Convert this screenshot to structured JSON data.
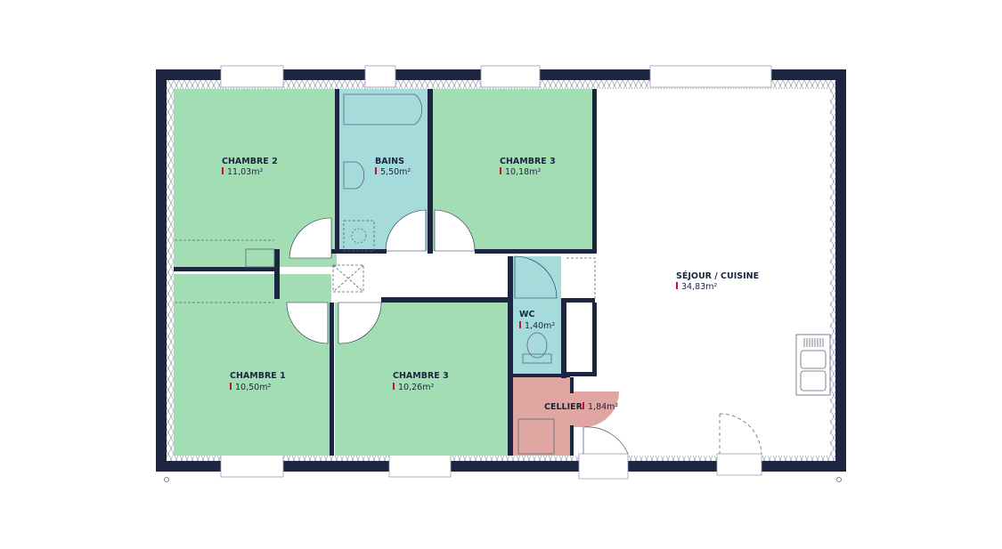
{
  "colors": {
    "wall": "#1c2640",
    "bedroom": "#a3ddb4",
    "wet": "#a6dbdc",
    "cellier": "#e0a6a2",
    "accent": "#c8102e"
  },
  "rooms": [
    {
      "name": "CHAMBRE 2",
      "area": "11,03m²"
    },
    {
      "name": "BAINS",
      "area": "5,50m²"
    },
    {
      "name": "CHAMBRE 3",
      "area": "10,18m²"
    },
    {
      "name": "SÉJOUR / CUISINE",
      "area": "34,83m²"
    },
    {
      "name": "WC",
      "area": "1,40m²"
    },
    {
      "name": "CHAMBRE 1",
      "area": "10,50m²"
    },
    {
      "name": "CHAMBRE 3",
      "area": "10,26m²"
    },
    {
      "name": "CELLIER",
      "area": "1,84m²"
    }
  ]
}
